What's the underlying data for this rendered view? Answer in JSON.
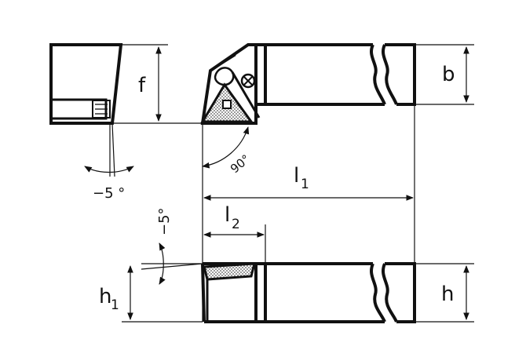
{
  "labels": {
    "f": "f",
    "b": "b",
    "h": "h",
    "h1": "h",
    "h1_sub": "1",
    "l1": "l",
    "l1_sub": "1",
    "l2": "l",
    "l2_sub": "2",
    "angle_90": "90°",
    "angle_neg5_top": "−5 °",
    "angle_neg5_side": "−5°"
  },
  "colors": {
    "ink": "#111111",
    "paper": "#ffffff",
    "hatch": "#8a8a8a"
  }
}
